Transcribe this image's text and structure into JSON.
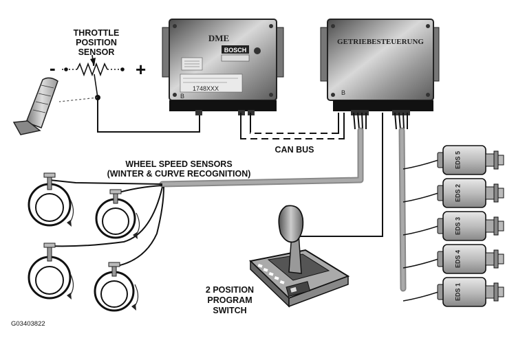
{
  "labels": {
    "throttle_line1": "THROTTLE",
    "throttle_line2": "POSITION",
    "throttle_line3": "SENSOR",
    "minus": "-",
    "plus": "+",
    "dme": "DME",
    "bosch": "BOSCH",
    "dme_partno": "1748XXX",
    "dme_b": "B",
    "egs": "GETRIEBESTEUERUNG",
    "egs_b": "B",
    "can_bus": "CAN BUS",
    "wheel_line1": "WHEEL SPEED SENSORS",
    "wheel_line2": "(WINTER & CURVE RECOGNITION)",
    "switch_line1": "2 POSITION",
    "switch_line2": "PROGRAM",
    "switch_line3": "SWITCH",
    "figure_id": "G03403822"
  },
  "solenoids": [
    "EDS 5",
    "EDS 2",
    "EDS 3",
    "EDS 4",
    "EDS 1"
  ],
  "colors": {
    "wire": "#111111",
    "harness": "#8a8a8a",
    "module_dark": "#5d5d5d",
    "module_light": "#cfcfcf",
    "solenoid": "#c9c9c9"
  }
}
